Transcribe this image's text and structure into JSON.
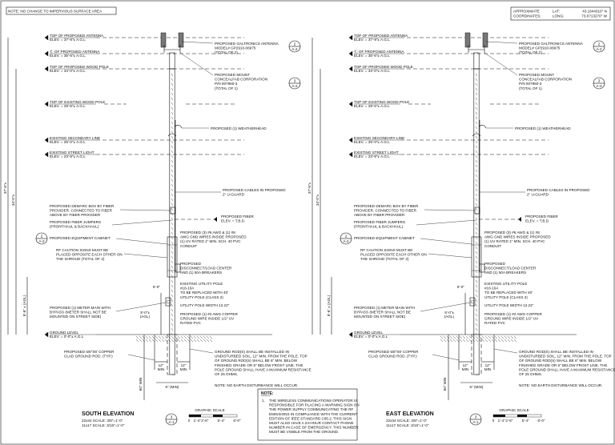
{
  "top_note": "NOTE: NO CHANGE TO IMPERVIOUS SURFACE AREA",
  "coords": {
    "label_approx": "APPROXIMATE",
    "label_coords": "COORDINATES:",
    "lat_label": "LAT:",
    "long_label": "LONG:",
    "lat": "43.1644310° N",
    "long": "73.0713270° W"
  },
  "elevations": [
    {
      "title": "SOUTH ELEVATION",
      "scale1": "22x34 SCALE: 3/8\"=1'-0\"",
      "scale2": "11x17 SCALE: 3/16\"=1'-0\"",
      "ref_num": "3",
      "ref_sheet": "A-1"
    },
    {
      "title": "EAST ELEVATION",
      "scale1": "22x34 SCALE: 3/8\"=1'-0\"",
      "scale2": "11x17 SCALE: 3/16\"=1'-0\"",
      "ref_num": "3",
      "ref_sheet": "A-1"
    }
  ],
  "graphic_scale": {
    "title": "GRAPHIC SCALE",
    "ticks": [
      "0",
      "1'-4\"",
      "2'-8\"",
      "5'-4\"",
      "8'-0\""
    ]
  },
  "levels": [
    {
      "name": "TOP OF PROPOSED ANTENNA",
      "elev": "ELEV. = 37'-9\"± A.G.L"
    },
    {
      "name": "Ⓒ OF PROPOSED ANTENNA",
      "elev": "ELEV. = 36'-6\"± A.G.L"
    },
    {
      "name": "TOP OF PROPOSED WOOD POLE",
      "elev": "ELEV. = 34'-0\"± A.G.L"
    },
    {
      "name": "TOP OF EXISTING WOOD POLE",
      "elev": "ELEV. = 29'-6\"± A.G.L"
    },
    {
      "name": "EXISTING SECONDARY LINE",
      "elev": "ELEV. = 25'-0\"± A.G.L"
    },
    {
      "name": "EXISTING STREET LIGHT",
      "elev": "ELEV. = 23'-9\"± A.G.L"
    },
    {
      "name": "GROUND LEVEL",
      "elev": "ELEV. = 0'-0\"± A.G.L"
    }
  ],
  "right_notes": {
    "antenna": [
      "PROPOSED GALTRONICS ANTENNA",
      "MODEL# GP2910-06975",
      "(TOTAL OF 2)"
    ],
    "mount": [
      "PROPOSED MOUNT",
      "CONCEALFAB CORPORATION",
      "P/N 007960-3",
      "(TOTAL OF 1)"
    ],
    "weatherhead": "PROPOSED (1) WEATHERHEAD",
    "cables": [
      "PROPOSED CABLES IN PROPOSED",
      "2\" U-GUARD"
    ],
    "fiber": [
      "PROPOSED FIBER",
      "ELEV. = T.B.D."
    ],
    "conduit": [
      "PROPOSED (3) #6 AWG & (1) #8",
      "AWG GND WIRES INSIDE PROPOSED",
      "(1) UV RATED 1\" MIN. SCH. 40 PVC",
      "CONDUIT"
    ],
    "disconnect": [
      "PROPOSED",
      "DISCONNECT/LOAD CENTER",
      "AND (1) 50A BREAKERS"
    ],
    "existing_pole": [
      "EXISTING UTILITY POLE",
      "#16-10A",
      "TO BE REPLACED WITH 40'",
      "UTILITY POLE (CLASS 2)"
    ],
    "pole_width": "UTILITY POLE WIDTH 12.22\"",
    "ground_wire": [
      "PROPOSED (1) #2 AWG COPPER",
      "GROUND WIRE INSIDE 1/2\" UV",
      "RATED PVC"
    ]
  },
  "left_notes": {
    "demarc": [
      "PROPOSED DEMARC BOX BY FIBER",
      "PROVIDER. CONNECTED TO FIBER",
      "ABOVE BY FIBER PROVIDER"
    ],
    "jumpers": [
      "PROPOSED FIBER JUMPERS",
      "(FRONTHAUL & BACKHAUL)"
    ],
    "cabinet": "PROPOSED EQUIPMENT CABINET",
    "rf_signs": [
      "RF CAUTION SIGNS MUST BE",
      "PLACED OPPOSITE EACH OTHER ON",
      "THE SHROUD (TOTAL OF 2)"
    ],
    "meter": [
      "PROPOSED (1) METER MAIN WITH",
      "BYPASS (METER SHALL NOT BE",
      "MOUNTED ON STREET SIDE)"
    ],
    "ground_rod": [
      "PROPOSED 5/8\"X8' COPPER",
      "CLAD GROUND ROD. (TYP.)"
    ]
  },
  "ground_rod_note": [
    "GROUND ROD(S) SHALL BE INSTALLED IN",
    "UNDISTURBED SOIL, 12\" MIN. FROM THE POLE. TOP",
    "OF GROUND ROD(S) SHALL BE 6\" MIN. BELOW",
    "FINISHED GRADE OR 6\" BELOW FROST LINE. THE",
    "POLE GROUND SHALL HAVE A MAXIMUM RESISTANCE",
    "OF 25 OHMS."
  ],
  "earth_note": "NOTE: NO EARTH DISTURBANCE WILL OCCUR.",
  "dims": {
    "overall": "37'-9\"±",
    "pole": "34'-0\"±",
    "cabinet": "8'-6\" ± (AGL)",
    "meter": "5'-0\"± (AGL)",
    "min12": "12\" MIN",
    "width6": "6\" (MIN)",
    "depth60": "60\" MIN",
    "meter_small": "5'-0\""
  },
  "bottom_note": {
    "head": "NOTE:",
    "num": "1.",
    "lines": [
      "THE WIRELESS COMMUNICATIONS OPERATOR IS",
      "RESPONSIBLE FOR PLACING A WARNING SIGN ON",
      "THE POWER SUPPLY COMMUNICATING THE RF",
      "EMISSIONS IN COMPLIANCE WITH THE CURRENT",
      "EDITION OF IEEE STANDARD C95.2. THIS SIGN",
      "MUST ALSO HAVE A 24-HOUR CONTACT PHONE",
      "NUMBER IN CASE OF EMERGENCY. THIS NUMBER",
      "MUST BE VISIBLE FROM THE GROUND."
    ]
  },
  "detail_refs": {
    "antenna": {
      "num": "2",
      "sheet": "A-2"
    },
    "mount": {
      "num": "3",
      "sheet": "A-2"
    },
    "cabinet": {
      "num": "2",
      "sheet": "A-2"
    }
  }
}
